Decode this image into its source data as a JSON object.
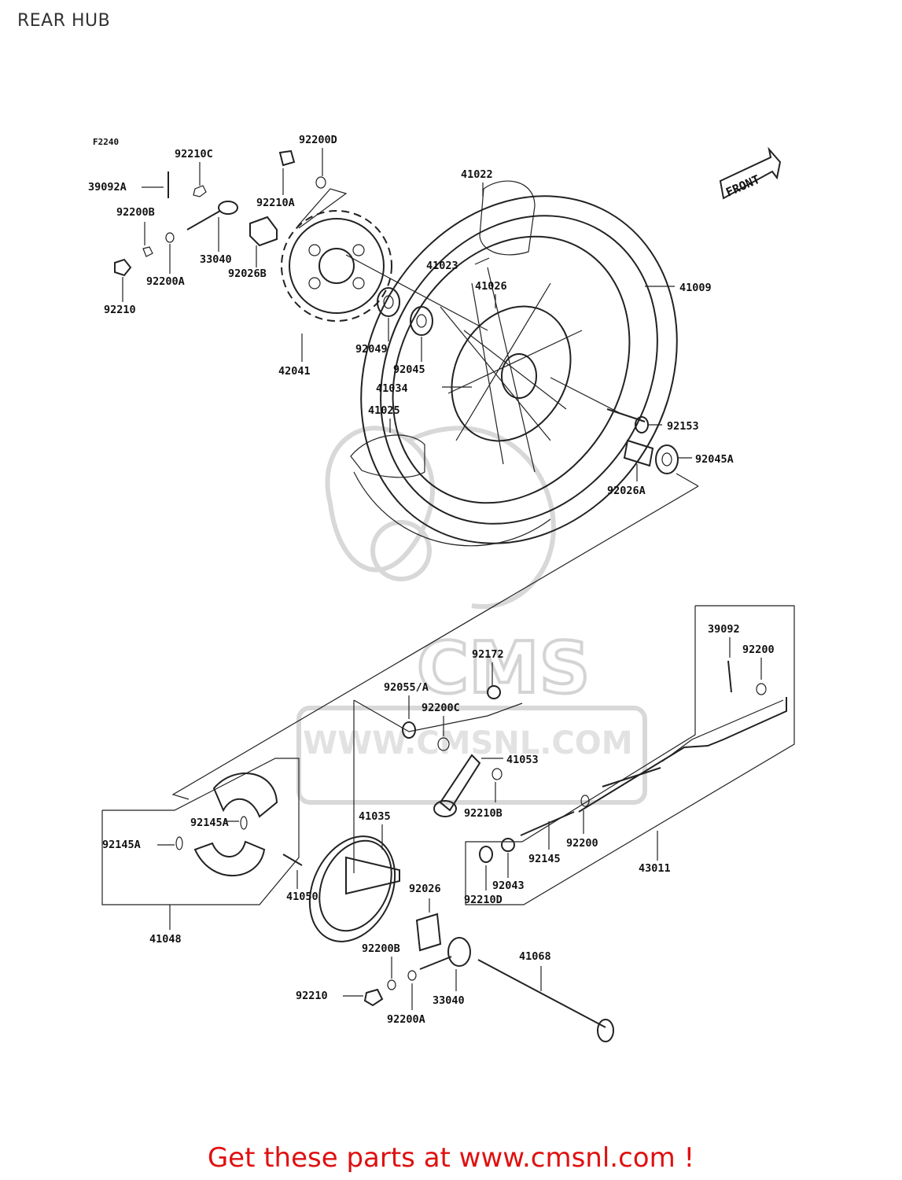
{
  "page": {
    "title": "REAR HUB",
    "footer": "Get these parts at www.cmsnl.com !"
  },
  "diagram": {
    "figure_code": "F2240",
    "front_arrow": "FRONT",
    "watermark": {
      "logo": "CMS",
      "url": "WWW.CMSNL.COM"
    },
    "part_labels": [
      "92210C",
      "92200D",
      "39092A",
      "92200B",
      "33040",
      "92210A",
      "92026B",
      "92200A",
      "92210",
      "41022",
      "41023",
      "41026",
      "41009",
      "42041",
      "92049",
      "92045",
      "41034",
      "41025",
      "92153",
      "92045A",
      "92026A",
      "39092",
      "92200",
      "92172",
      "92055/A",
      "92200C",
      "41053",
      "92210B",
      "92145A",
      "92145A",
      "41035",
      "41050",
      "92026",
      "92145",
      "92200",
      "43011",
      "92043",
      "92210D",
      "41048",
      "92200B",
      "41068",
      "92210",
      "33040",
      "92200A"
    ]
  }
}
